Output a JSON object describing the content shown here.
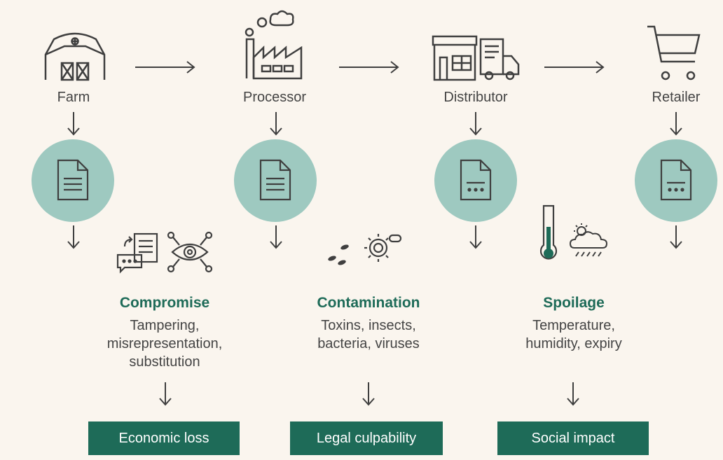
{
  "stages": [
    {
      "name": "Farm",
      "icon": "barn-icon"
    },
    {
      "name": "Processor",
      "icon": "factory-icon"
    },
    {
      "name": "Distributor",
      "icon": "warehouse-truck-icon"
    },
    {
      "name": "Retailer",
      "icon": "shopping-cart-icon"
    }
  ],
  "risks": [
    {
      "title": "Compromise",
      "description": [
        "Tampering,",
        "misrepresentation,",
        "substitution"
      ],
      "outcome": "Economic loss"
    },
    {
      "title": "Contamination",
      "description": [
        "Toxins, insects,",
        "bacteria, viruses"
      ],
      "outcome": "Legal culpability"
    },
    {
      "title": "Spoilage",
      "description": [
        "Temperature,",
        "humidity, expiry"
      ],
      "outcome": "Social impact"
    }
  ],
  "colors": {
    "background": "#faf5ee",
    "accent": "#1e6b58",
    "circle": "#9ec9c0",
    "line": "#3f3f3f"
  }
}
